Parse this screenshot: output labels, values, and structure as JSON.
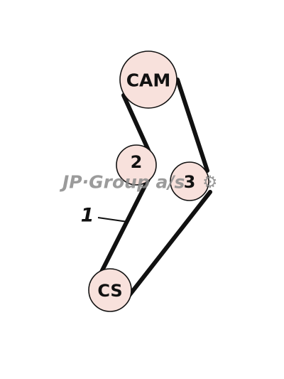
{
  "diagram": {
    "pulleys": {
      "cam": {
        "label": "CAM",
        "fill": "#f8e1dc"
      },
      "idler_2": {
        "label": "2",
        "fill": "#f8e1dc"
      },
      "idler_3": {
        "label": "3",
        "fill": "#f8e1dc"
      },
      "crank": {
        "label": "CS",
        "fill": "#f8e1dc"
      }
    },
    "belt": {
      "callout": "1",
      "color": "#111111"
    },
    "watermark": {
      "text": "JP·Group a/s",
      "logo_glyph": "⚙"
    }
  }
}
